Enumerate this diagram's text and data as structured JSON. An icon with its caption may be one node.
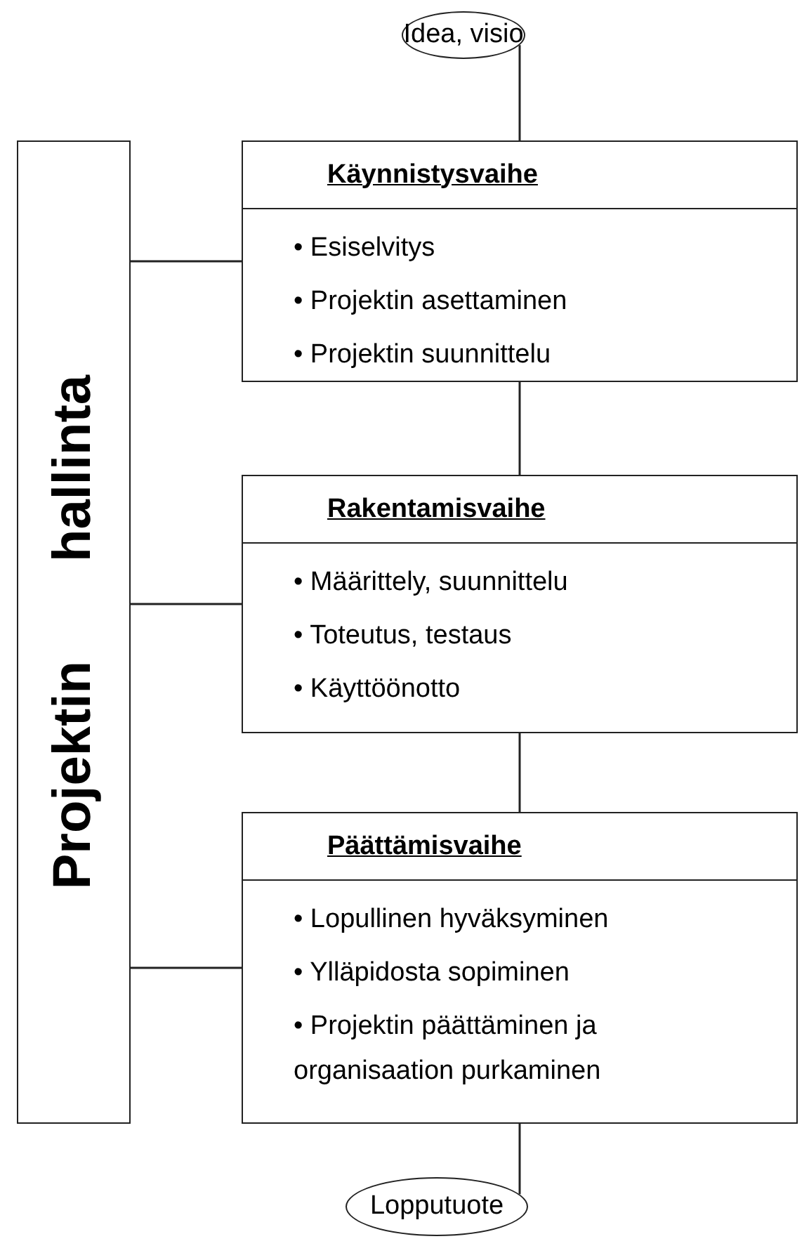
{
  "diagram": {
    "nodes": [
      {
        "text": [
          "Idea, visio"
        ]
      },
      {
        "text": [
          "Projektin hallinta"
        ]
      },
      {
        "text": [
          "Käynnistysvaihe",
          "• Esiselvitys",
          "• Projektin asettaminen",
          "• Projektin suunnittelu"
        ]
      },
      {
        "text": [
          "Rakentamisvaihe",
          "• Määrittely, suunnittelu",
          "• Toteutus, testaus",
          "• Käyttöönotto"
        ]
      },
      {
        "text": [
          "Päättämisvaihe",
          "• Lopullinen hyväksyminen",
          "• Ylläpidosta sopiminen",
          "• Projektin päättäminen ja organisaation purkaminen"
        ]
      },
      {
        "text": [
          "Lopputuote"
        ]
      }
    ],
    "edges": [
      {
        "from": 0,
        "to": 2,
        "arrow": "none"
      },
      {
        "from": 2,
        "to": 3,
        "arrow": "none"
      },
      {
        "from": 3,
        "to": 4,
        "arrow": "none"
      },
      {
        "from": 4,
        "to": 5,
        "arrow": "none"
      },
      {
        "from": 1,
        "to": 2,
        "arrow": "none"
      },
      {
        "from": 1,
        "to": 3,
        "arrow": "none"
      },
      {
        "from": 1,
        "to": 4,
        "arrow": "none"
      }
    ]
  }
}
